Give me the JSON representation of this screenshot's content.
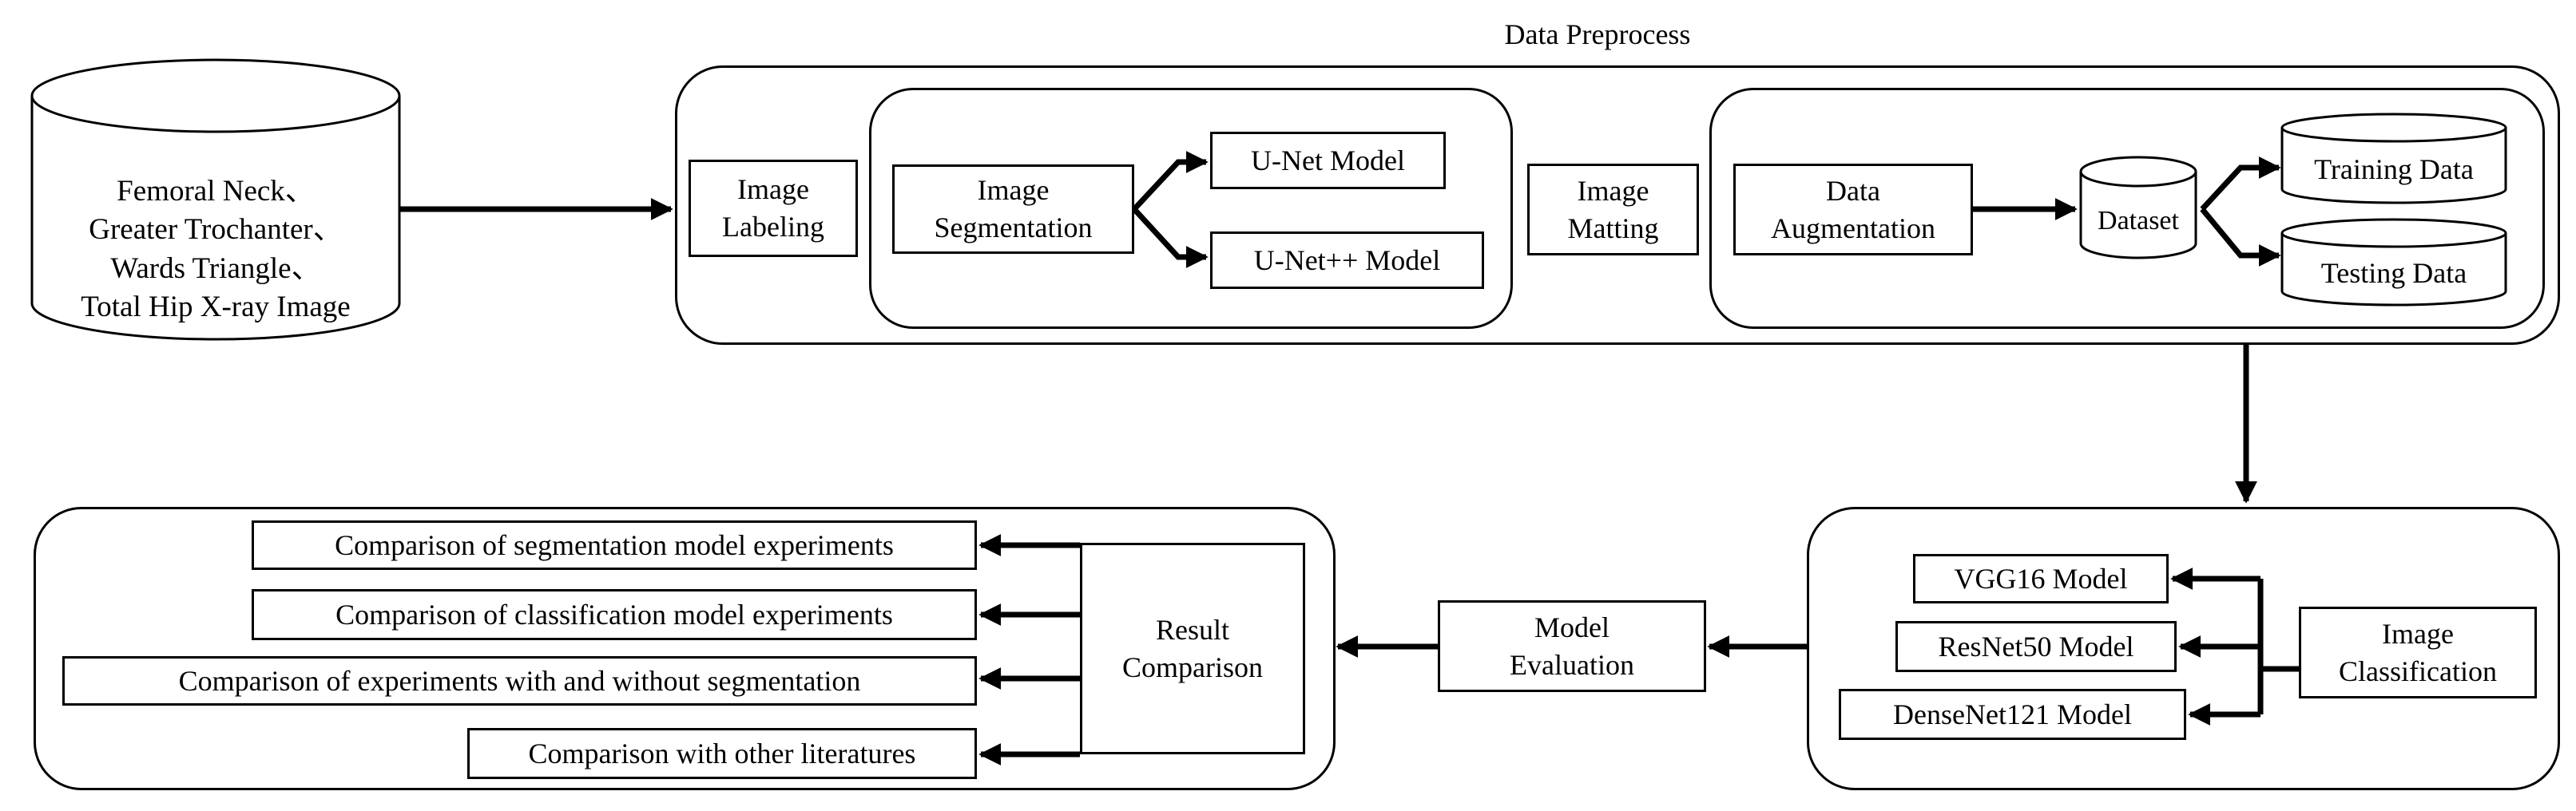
{
  "title": "Data Preprocess",
  "source": {
    "label": "Femoral Neck、\nGreater Trochanter、\nWards Triangle、\nTotal Hip X-ray Image"
  },
  "preprocess": {
    "image_labeling": "Image\nLabeling",
    "image_segmentation": "Image\nSegmentation",
    "unet": "U-Net Model",
    "unetpp": "U-Net++ Model",
    "image_matting": "Image\nMatting",
    "data_augmentation": "Data\nAugmentation",
    "dataset": "Dataset",
    "training_data": "Training Data",
    "testing_data": "Testing Data"
  },
  "classification": {
    "image_classification": "Image\nClassification",
    "models": [
      "VGG16 Model",
      "ResNet50 Model",
      "DenseNet121 Model"
    ]
  },
  "model_evaluation": "Model\nEvaluation",
  "result_comparison": "Result\nComparison",
  "comparisons": [
    "Comparison of segmentation model experiments",
    "Comparison of classification model experiments",
    "Comparison of experiments with and without segmentation",
    "Comparison with other literatures"
  ]
}
